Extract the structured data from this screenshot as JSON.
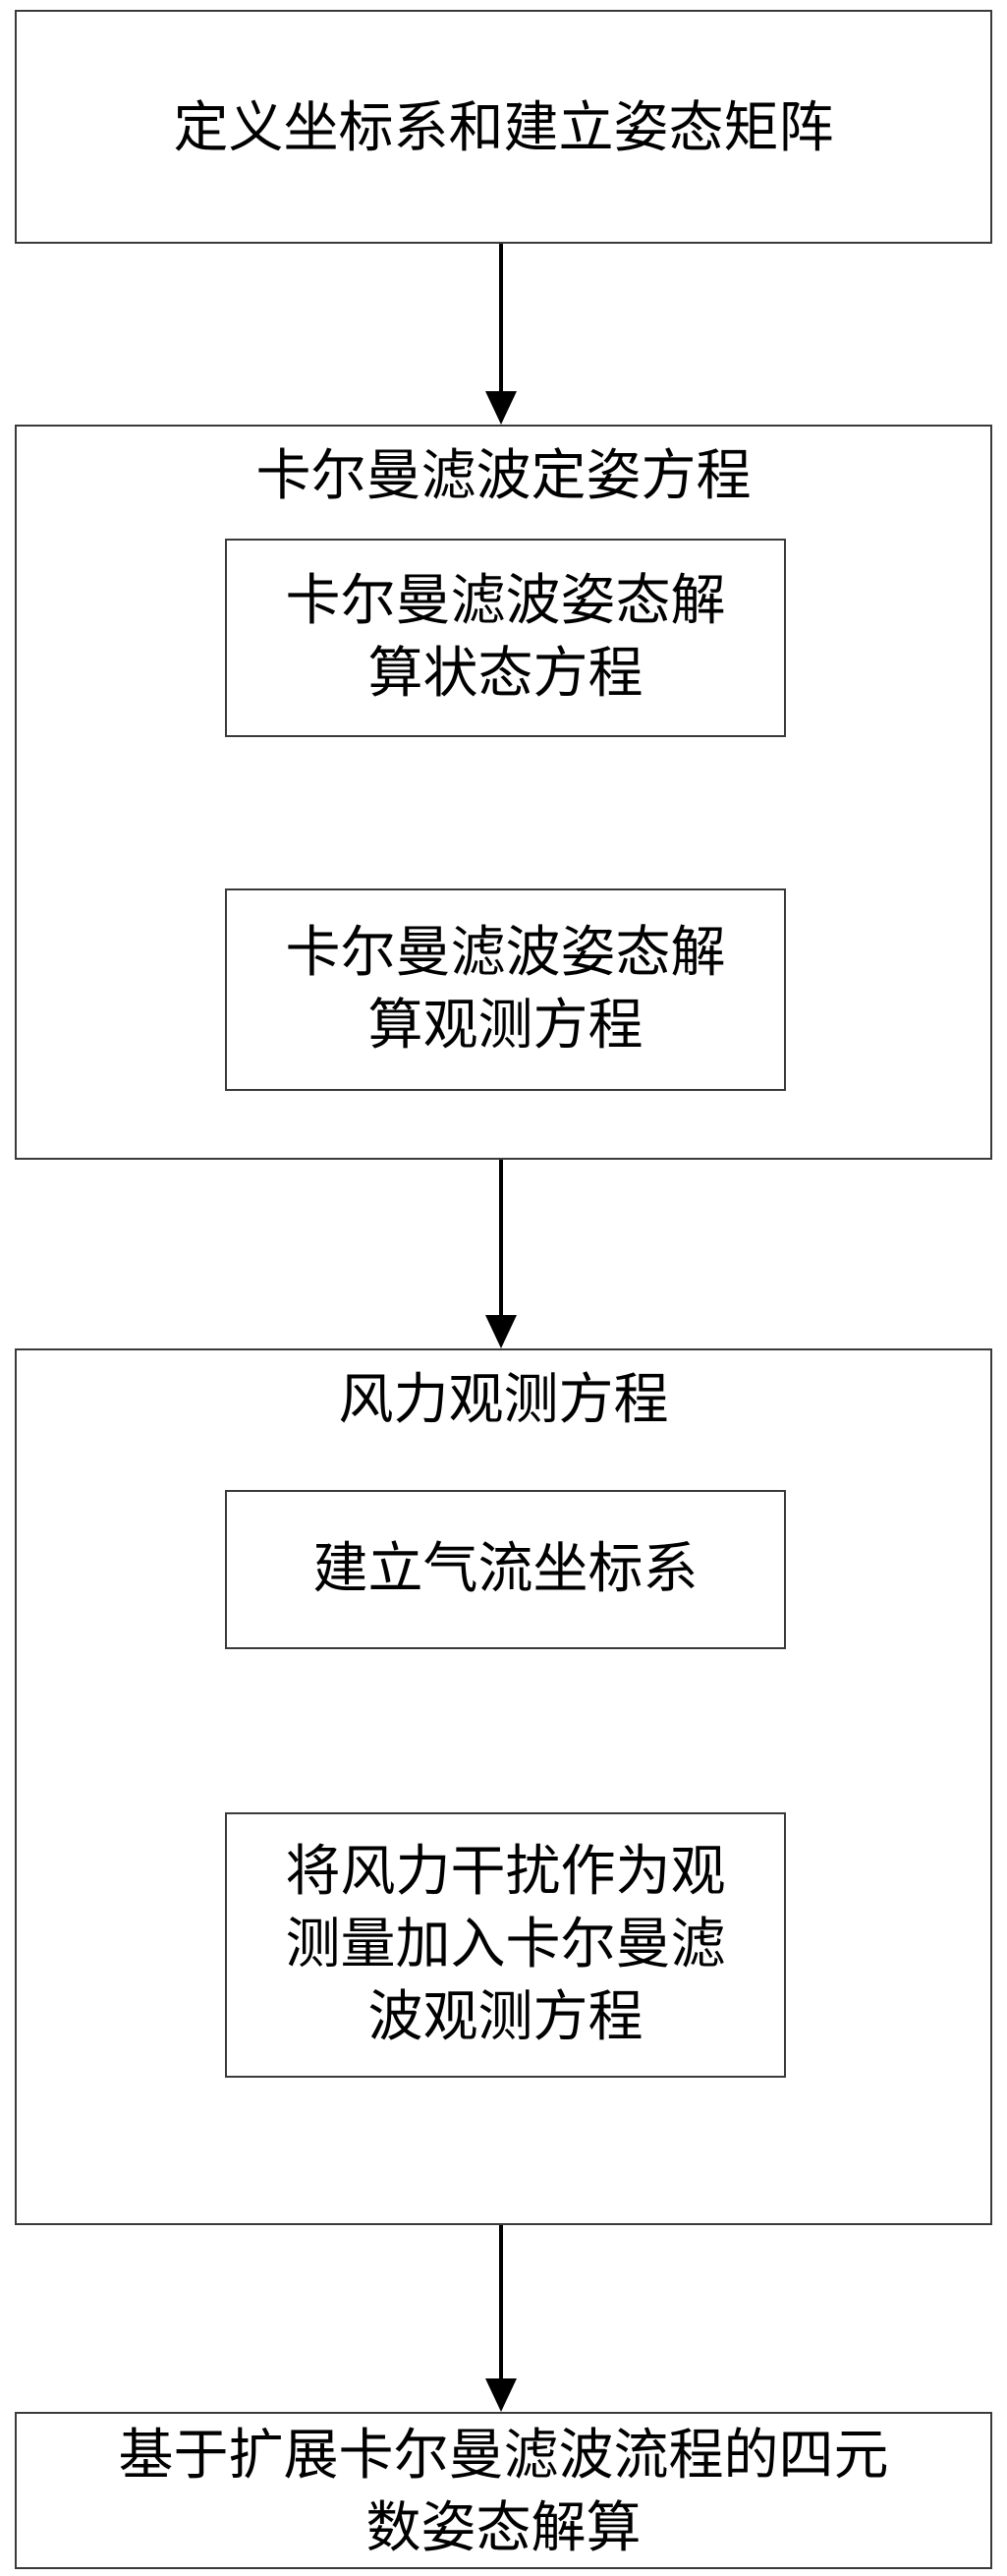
{
  "step1": {
    "label": "定义坐标系和建立姿态矩阵"
  },
  "step2": {
    "title": "卡尔曼滤波定姿方程",
    "sub1": "卡尔曼滤波姿态解\n算状态方程",
    "sub2": "卡尔曼滤波姿态解\n算观测方程"
  },
  "step3": {
    "title": "风力观测方程",
    "sub1": "建立气流坐标系",
    "sub2": "将风力干扰作为观\n测量加入卡尔曼滤\n波观测方程"
  },
  "step4": {
    "label": "基于扩展卡尔曼滤波流程的四元\n数姿态解算"
  },
  "colors": {
    "stroke": "#3a3a3a",
    "arrow": "#000000"
  }
}
